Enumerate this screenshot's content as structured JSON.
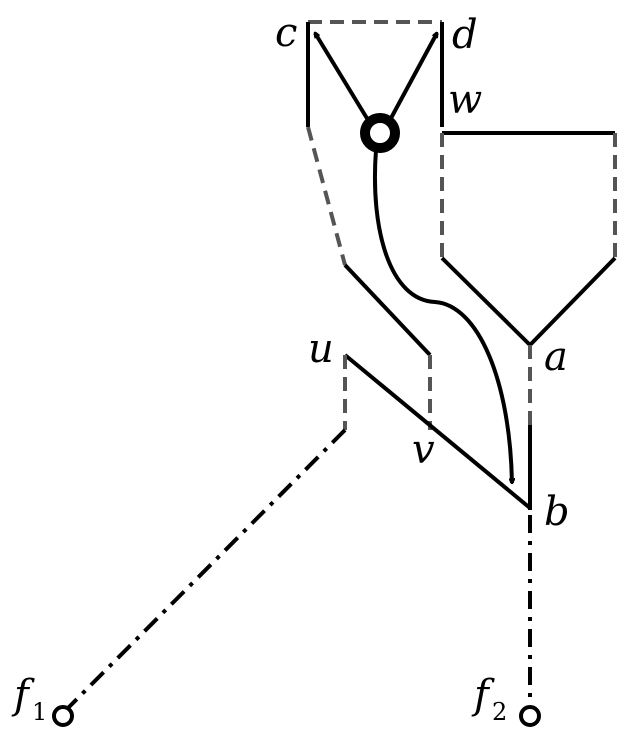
{
  "labels": {
    "c": "c",
    "d": "d",
    "w": "w",
    "u": "u",
    "v": "v",
    "a": "a",
    "b": "b",
    "f1": "f",
    "f1_sub": "1",
    "f2": "f",
    "f2_sub": "2"
  }
}
